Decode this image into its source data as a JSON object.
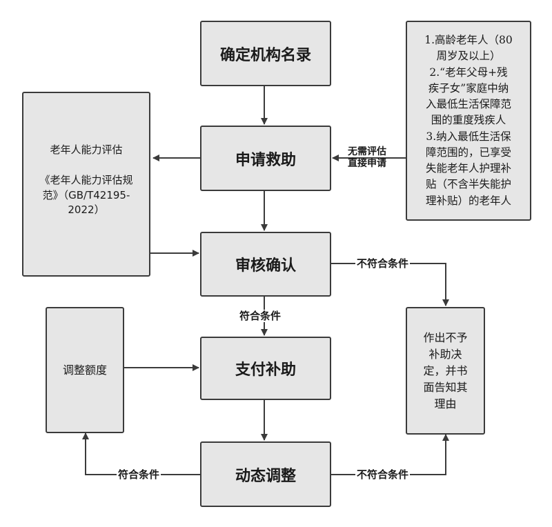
{
  "nodes": {
    "define_list": "确定机构名录",
    "apply_aid": "申请救助",
    "review_confirm": "审核确认",
    "pay_subsidy": "支付补助",
    "dynamic_adjust": "动态调整",
    "adjust_amount": "调整额度",
    "reject_decision": {
      "lines": [
        "作出不予",
        "补助决",
        "定，并书",
        "面告知其",
        "理由"
      ]
    },
    "assessment": {
      "title": "老年人能力评估",
      "standard_lines": [
        "《老年人能力评估规",
        "范》（GB/T42195-",
        "2022）"
      ]
    },
    "criteria": {
      "lines": [
        "1.高龄老年人（80",
        "周岁及以上）",
        "2.“老年父母+残",
        "疾子女”家庭中纳",
        "入最低生活保障范",
        "围的重度残疾人",
        "3.纳入最低生活保",
        "障范围的，已享受",
        "失能老年人护理补",
        "贴（不含半失能护",
        "理补贴）的老年人"
      ]
    }
  },
  "edge_labels": {
    "no_assessment_line1": "无需评估",
    "no_assessment_line2": "直接申请",
    "not_eligible_review": "不符合条件",
    "eligible_review": "符合条件",
    "eligible_adjust": "符合条件",
    "not_eligible_adjust": "不符合条件"
  },
  "colors": {
    "box_fill": "#e6e6e6",
    "box_border": "#3a3a3a",
    "line": "#3a3a3a"
  }
}
